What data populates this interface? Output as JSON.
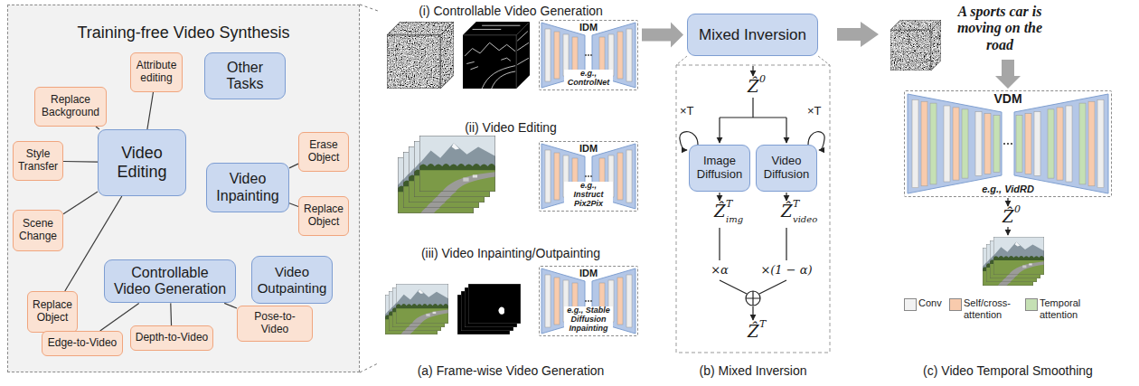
{
  "diagram": {
    "nodes": [
      {
        "text": [
          "Training-free Video Synthesis"
        ]
      },
      {
        "text": [
          "Attribute editing"
        ],
        "in": 0
      },
      {
        "text": [
          "Other Tasks"
        ],
        "in": 0
      },
      {
        "text": [
          "Replace Background"
        ],
        "in": 0
      },
      {
        "text": [
          "Video Editing"
        ],
        "in": 0
      },
      {
        "text": [
          "Erase Object"
        ],
        "in": 0
      },
      {
        "text": [
          "Style Transfer"
        ],
        "in": 0
      },
      {
        "text": [
          "Video Inpainting"
        ],
        "in": 0
      },
      {
        "text": [
          "Replace Object"
        ],
        "in": 0
      },
      {
        "text": [
          "Scene Change"
        ],
        "in": 0
      },
      {
        "text": [
          "Controllable Video Generation"
        ],
        "in": 0
      },
      {
        "text": [
          "Video Outpainting"
        ],
        "in": 0
      },
      {
        "text": [
          "Replace Object"
        ],
        "in": 0
      },
      {
        "text": [
          "Pose-to-Video"
        ],
        "in": 0
      },
      {
        "text": [
          "Depth-to-Video"
        ],
        "in": 0
      },
      {
        "text": [
          "Edge-to-Video"
        ],
        "in": 0
      },
      {
        "text": [
          "IDM",
          "e.g., ControlNet"
        ]
      },
      {
        "text": [
          "Mixed Inversion"
        ]
      },
      {
        "text": [
          "IDM",
          "e.g., Instruct Pix2Pix"
        ]
      },
      {
        "text": [
          "IDM",
          "e.g., Stable Diffusion Inpainting"
        ]
      },
      {
        "text": [
          "Image Diffusion"
        ]
      },
      {
        "text": [
          "Video Diffusion"
        ]
      },
      {
        "text": [
          "VDM",
          "e.g., VidRD"
        ]
      }
    ],
    "edges": [
      {
        "from": 4,
        "to": 1,
        "arrow": "none"
      },
      {
        "from": 4,
        "to": 3,
        "arrow": "none"
      },
      {
        "from": 4,
        "to": 6,
        "arrow": "none"
      },
      {
        "from": 4,
        "to": 9,
        "arrow": "none"
      },
      {
        "from": 4,
        "to": 12,
        "arrow": "none"
      },
      {
        "from": 7,
        "to": 5,
        "arrow": "none"
      },
      {
        "from": 7,
        "to": 8,
        "arrow": "none"
      },
      {
        "from": 10,
        "to": 15,
        "arrow": "none"
      },
      {
        "from": 10,
        "to": 14,
        "arrow": "none"
      },
      {
        "from": 10,
        "to": 13,
        "arrow": "none"
      },
      {
        "from": 16,
        "to": 17,
        "arrow": "to"
      }
    ],
    "labels": [
      "(i) Controllable Video Generation",
      "(ii) Video Editing",
      "(iii) Video Inpainting/Outpainting",
      "(a) Frame-wise Video Generation",
      "Ẑ",
      "0",
      "×T",
      "×T",
      "Ẑ",
      "T",
      "img",
      "Ẑ",
      "T",
      "video",
      "×α",
      "×(1 − α)",
      "Ẑ",
      "T",
      "(b) Mixed Inversion",
      "A sports car is moving on the road",
      "Ẑ",
      "0",
      "(c) Video Temporal Smoothing"
    ],
    "legend": [
      {
        "text": "Conv",
        "color": "#f2f2f2"
      },
      {
        "text": "Self/cross- attention",
        "color": "#f8cbad"
      },
      {
        "text": "Temporal attention",
        "color": "#c5e0b4"
      }
    ]
  }
}
